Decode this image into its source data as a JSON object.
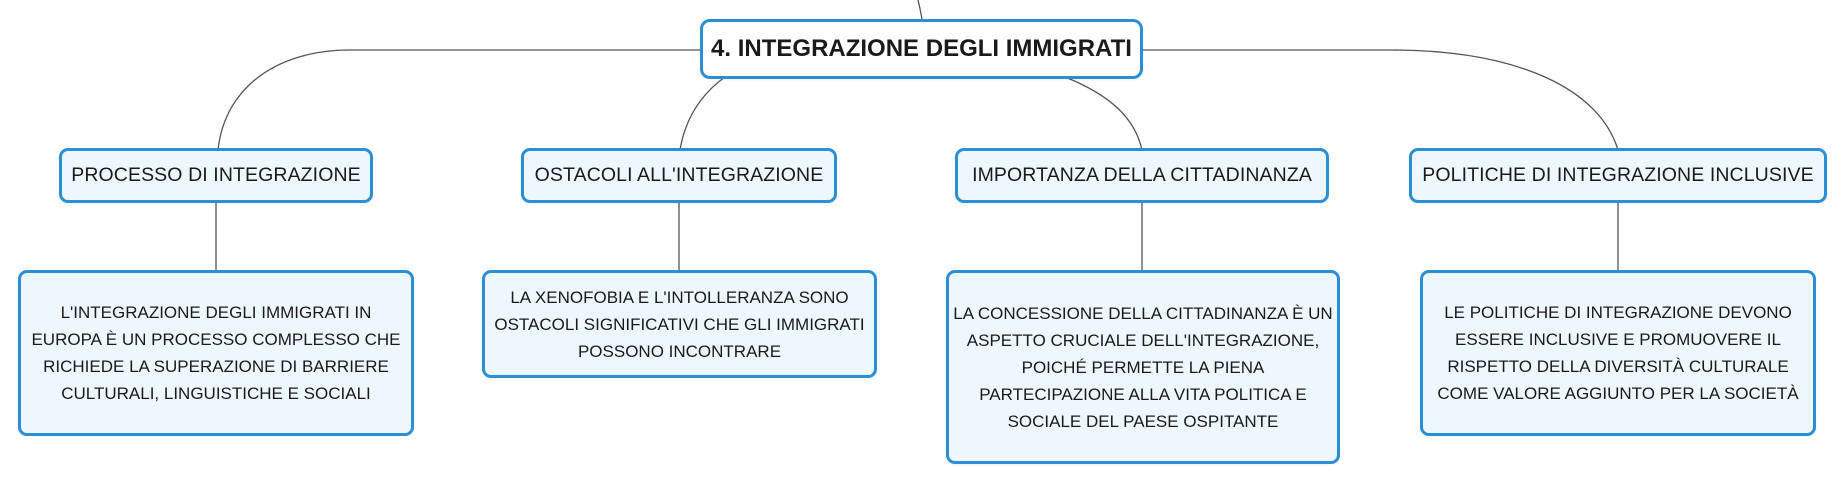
{
  "colors": {
    "node_border": "#2b8fd6",
    "node_fill": "#eef7fd",
    "connector": "#555555"
  },
  "root": {
    "label": "4. INTEGRAZIONE DEGLI IMMIGRATI"
  },
  "branches": [
    {
      "topic": "PROCESSO DI INTEGRAZIONE",
      "detail": "L'INTEGRAZIONE DEGLI IMMIGRATI IN EUROPA È UN PROCESSO COMPLESSO CHE RICHIEDE LA SUPERAZIONE DI BARRIERE CULTURALI, LINGUISTICHE E SOCIALI"
    },
    {
      "topic": "OSTACOLI ALL'INTEGRAZIONE",
      "detail": "LA XENOFOBIA E L'INTOLLERANZA SONO OSTACOLI SIGNIFICATIVI CHE GLI IMMIGRATI POSSONO INCONTRARE"
    },
    {
      "topic": "IMPORTANZA DELLA CITTADINANZA",
      "detail": "LA CONCESSIONE DELLA CITTADINANZA È UN ASPETTO CRUCIALE DELL'INTEGRAZIONE, POICHÉ PERMETTE LA PIENA PARTECIPAZIONE ALLA VITA POLITICA E SOCIALE DEL PAESE OSPITANTE"
    },
    {
      "topic": "POLITICHE DI INTEGRAZIONE INCLUSIVE",
      "detail": "LE POLITICHE DI INTEGRAZIONE DEVONO ESSERE INCLUSIVE E PROMUOVERE IL RISPETTO DELLA DIVERSITÀ CULTURALE COME VALORE AGGIUNTO PER LA SOCIETÀ"
    }
  ]
}
